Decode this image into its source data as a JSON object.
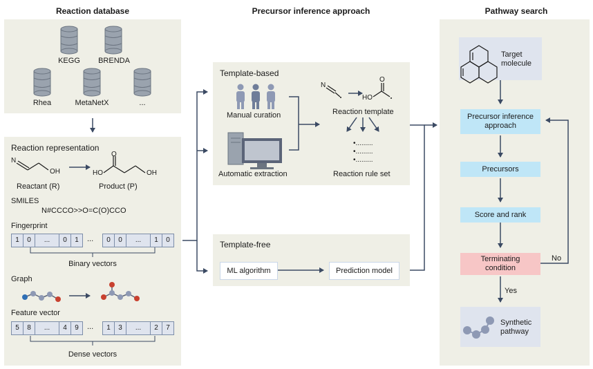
{
  "headers": {
    "reaction_database": "Reaction database",
    "precursor_inference": "Precursor inference approach",
    "pathway_search": "Pathway search"
  },
  "databases": [
    "KEGG",
    "BRENDA",
    "Rhea",
    "MetaNetX",
    "..."
  ],
  "representation": {
    "title": "Reaction representation",
    "reactant_label": "Reactant (R)",
    "product_label": "Product (P)",
    "smiles_label": "SMILES",
    "smiles_value": "N#CCCO>>O=C(O)CCO",
    "fingerprint_label": "Fingerprint",
    "fingerprint_cells_a": [
      "1",
      "0",
      "...",
      "0",
      "1"
    ],
    "fingerprint_cells_b": [
      "0",
      "0",
      "...",
      "1",
      "0"
    ],
    "fingerprint_gap": "...",
    "binary_vectors": "Binary vectors",
    "graph_label": "Graph",
    "feature_label": "Feature vector",
    "feature_cells_a": [
      "5",
      "8",
      "...",
      "4",
      "9"
    ],
    "feature_cells_b": [
      "1",
      "3",
      "...",
      "2",
      "7"
    ],
    "feature_gap": "...",
    "dense_vectors": "Dense vectors",
    "mol_n": "N",
    "mol_oh": "OH",
    "mol_o": "O",
    "mol_ho": "HO"
  },
  "template_based": {
    "title": "Template-based",
    "manual_curation": "Manual curation",
    "automatic_extraction": "Automatic extraction",
    "reaction_template": "Reaction template",
    "reaction_rule_set": "Reaction rule set",
    "rule_lines": [
      "•.........",
      "•.........",
      "•........."
    ],
    "tmpl_n": "N",
    "tmpl_o": "O",
    "tmpl_ho": "HO"
  },
  "template_free": {
    "title": "Template-free",
    "ml_algorithm": "ML algorithm",
    "prediction_model": "Prediction model"
  },
  "pathway": {
    "target_molecule": "Target molecule",
    "precursor_inference": "Precursor inference approach",
    "precursors": "Precursors",
    "score_rank": "Score and rank",
    "terminating": "Terminating condition",
    "no_label": "No",
    "yes_label": "Yes",
    "synthetic_pathway": "Synthetic pathway"
  },
  "colors": {
    "panel": "#efefe6",
    "arrow": "#3b4a63",
    "box_blue": "#bfe6f7",
    "box_pink": "#f7c6c6",
    "vector_fill": "#dfe4ee",
    "db_fill": "#9aa3ae",
    "node_blue": "#2f6fb5",
    "node_red": "#c8412f",
    "node_grey": "#8e99b4"
  }
}
